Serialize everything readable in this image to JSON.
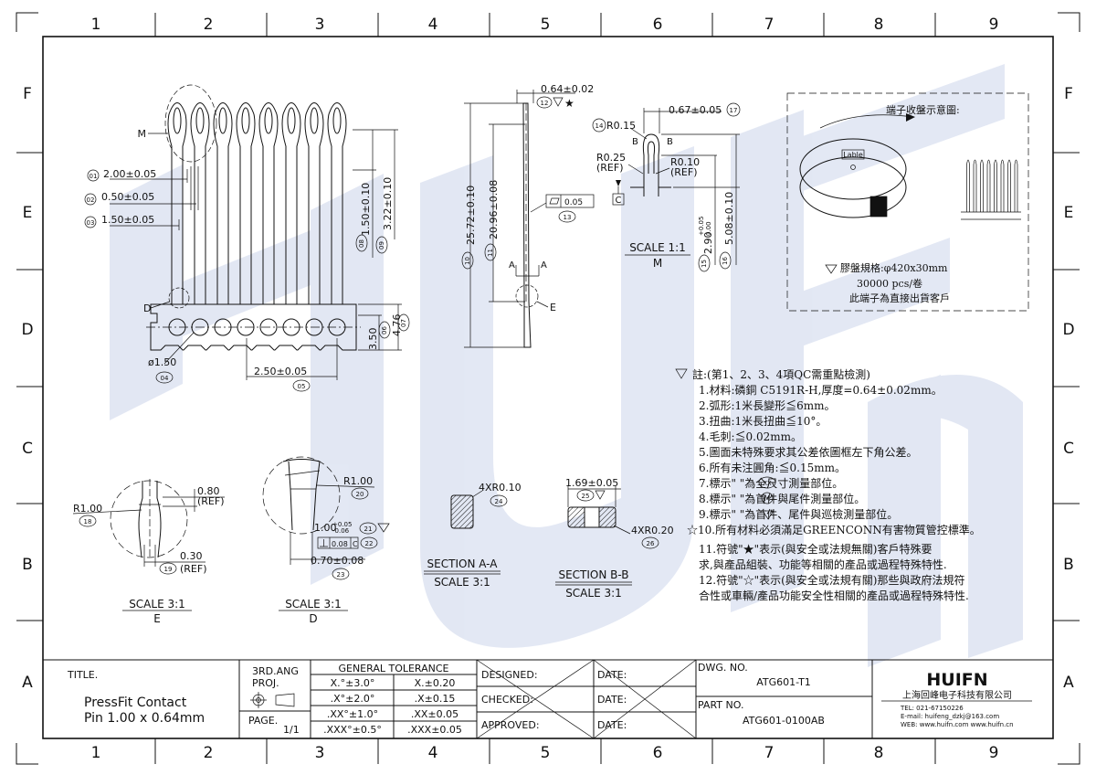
{
  "grid": {
    "columns": [
      "1",
      "2",
      "3",
      "4",
      "5",
      "6",
      "7",
      "8",
      "9"
    ],
    "rows": [
      "F",
      "E",
      "D",
      "C",
      "B",
      "A"
    ]
  },
  "watermark": "HUIFN",
  "front_view": {
    "callouts": [
      {
        "num": "01",
        "text": "2.00±0.05"
      },
      {
        "num": "02",
        "text": "0.50±0.05"
      },
      {
        "num": "03",
        "text": "1.50±0.05"
      },
      {
        "num": "04",
        "text": "ø1.50"
      },
      {
        "num": "05",
        "text": "2.50±0.05"
      },
      {
        "num": "06",
        "text": "3.50"
      },
      {
        "num": "07",
        "text": "4.76"
      },
      {
        "num": "08",
        "text": "1.50±0.10"
      },
      {
        "num": "09",
        "text": "3.22±0.10"
      }
    ],
    "detail_m": "M",
    "detail_d": "D"
  },
  "side_view": {
    "top_dim": "0.64±0.02",
    "callout_12": "12",
    "flatness": "0.05",
    "callout_13": "13",
    "dim_10": "25.72±0.10",
    "callout_10": "10",
    "dim_11": "20.96±0.08",
    "callout_11": "11",
    "section_mark_a": "A",
    "detail_e": "E"
  },
  "detail_m_view": {
    "dim_17": "0.67±0.05",
    "callout_17": "17",
    "r_14": "R0.15",
    "callout_14": "14",
    "r_025": "R0.25",
    "ref": "(REF)",
    "r_010": "R0.10",
    "mark_b": "B",
    "mark_c": "C",
    "dim_15": "2.90",
    "dim_15_tol_up": "+0.05",
    "dim_15_tol_dn": "0.00",
    "callout_15": "15",
    "dim_16": "5.08±0.10",
    "callout_16": "16",
    "scale": "SCALE 1:1",
    "scale_letter": "M"
  },
  "reel": {
    "title": "端子收盤示意圖:",
    "label": "Lable",
    "spec_line1": "膠盤規格:φ420x30mm",
    "spec_line2": "30000 pcs/卷",
    "spec_line3": "此端子為直接出貨客戶"
  },
  "detail_e_view": {
    "r_18": "R1.00",
    "callout_18": "18",
    "dim_080": "0.80",
    "ref": "(REF)",
    "dim_030": "0.30",
    "callout_19": "19",
    "scale": "SCALE 3:1",
    "scale_letter": "E"
  },
  "detail_d_view": {
    "r_20": "R1.00",
    "callout_20": "20",
    "dim_21": "1.00",
    "dim_21_tol_up": "+0.05",
    "dim_21_tol_dn": "-0.06",
    "callout_21": "21",
    "perp": "0.08",
    "datum": "C",
    "callout_22": "22",
    "dim_23": "0.70±0.08",
    "callout_23": "23",
    "scale": "SCALE 3:1",
    "scale_letter": "D"
  },
  "section_aa": {
    "corner": "4XR0.10",
    "callout_24": "24",
    "title": "SECTION A-A",
    "scale": "SCALE 3:1"
  },
  "section_bb": {
    "dim": "1.69±0.05",
    "callout_25": "25",
    "corner": "4XR0.20",
    "callout_26": "26",
    "title": "SECTION B-B",
    "scale": "SCALE 3:1"
  },
  "notes": [
    "註:(第1、2、3、4項QC需重點檢測)",
    "1.材料:磷銅 C5191R-H,厚度=0.64±0.02mm。",
    "2.弧形:1米長變形≦6mm。",
    "3.扭曲:1米長扭曲≦10°。",
    "4.毛刺:≦0.02mm。",
    "5.圖面未特殊要求其公差依圖框左下角公差。",
    "6.所有未注圓角:≦0.15mm。",
    "7.標示\"  \"為全尺寸測量部位。",
    "8.標示\"  \"為首件與尾件測量部位。",
    "9.標示\"  \"為首件、尾件與巡檢測量部位。",
    "☆10.所有材料必須滿足GREENCONN有害物質管控標準。",
    "11.符號\"★\"表示(與安全或法規無關)客戶特殊要",
    "求,與產品組裝、功能等相關的產品或過程特殊特性.",
    "12.符號\"☆\"表示(與安全或法規有關)那些與政府法規符",
    "合性或車輛/產品功能安全性相關的產品或過程特殊特性."
  ],
  "title_block": {
    "title_label": "TITLE.",
    "title_line1": "PressFit Contact",
    "title_line2": "Pin 1.00 x 0.64mm",
    "proj_label1": "3RD.ANG",
    "proj_label2": "PROJ.",
    "page_label": "PAGE.",
    "page_value": "1/1",
    "tol_header": "GENERAL TOLERANCE",
    "tol_rows": [
      [
        "X.°±3.0°",
        "X.±0.20"
      ],
      [
        ".X°±2.0°",
        ".X±0.15"
      ],
      [
        ".XX°±1.0°",
        ".XX±0.05"
      ],
      [
        ".XXX°±0.5°",
        ".XXX±0.05"
      ]
    ],
    "designed": "DESIGNED:",
    "checked": "CHECKED:",
    "approved": "APPROVED:",
    "date": "DATE:",
    "dwg_label": "DWG. NO.",
    "dwg_value": "ATG601-T1",
    "part_label": "PART NO.",
    "part_value": "ATG601-0100AB",
    "company_logo": "HUIFN",
    "company_name": "上海回峰电子科技有限公司",
    "tel": "TEL: 021-67150226",
    "email": "E-mail: huifeng_dzkj@163.com",
    "web": "WEB: www.huifn.com  www.huifn.cn"
  }
}
